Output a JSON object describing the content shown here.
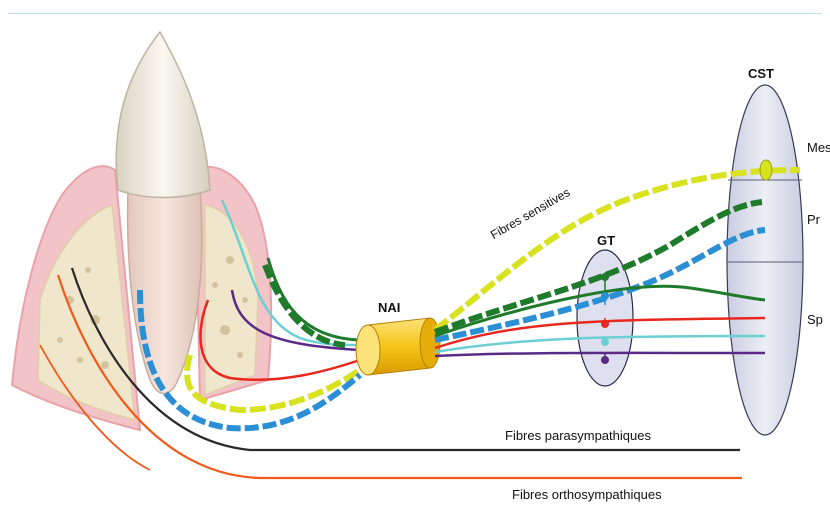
{
  "labels": {
    "cst": "CST",
    "gt": "GT",
    "nai": "NAI",
    "mes": "Mes",
    "pr": "Pr",
    "sp": "Sp",
    "fibres_sensitives": "Fibres sensitives",
    "fibres_parasympathiques": "Fibres parasympathiques",
    "fibres_orthosympathiques": "Fibres orthosympathiques"
  },
  "colors": {
    "gum": "#f2c3c7",
    "gum_edge": "#e8a3a9",
    "bone": "#efe6cc",
    "tooth": "#f3eee3",
    "root": "#f1ddd3",
    "nerve_ring": "#f5c518",
    "cst_fill": "#d9dce9",
    "gt_fill": "#dfe0ef",
    "fiber_yellow": "#d8e21f",
    "fiber_green": "#1f7a2b",
    "fiber_blue": "#2b8fd4",
    "fiber_red": "#e8281e",
    "fiber_cyan": "#6ccfd3",
    "fiber_purple": "#5a2a86",
    "fiber_black": "#2a2a2a",
    "fiber_orange": "#f05a1a"
  }
}
